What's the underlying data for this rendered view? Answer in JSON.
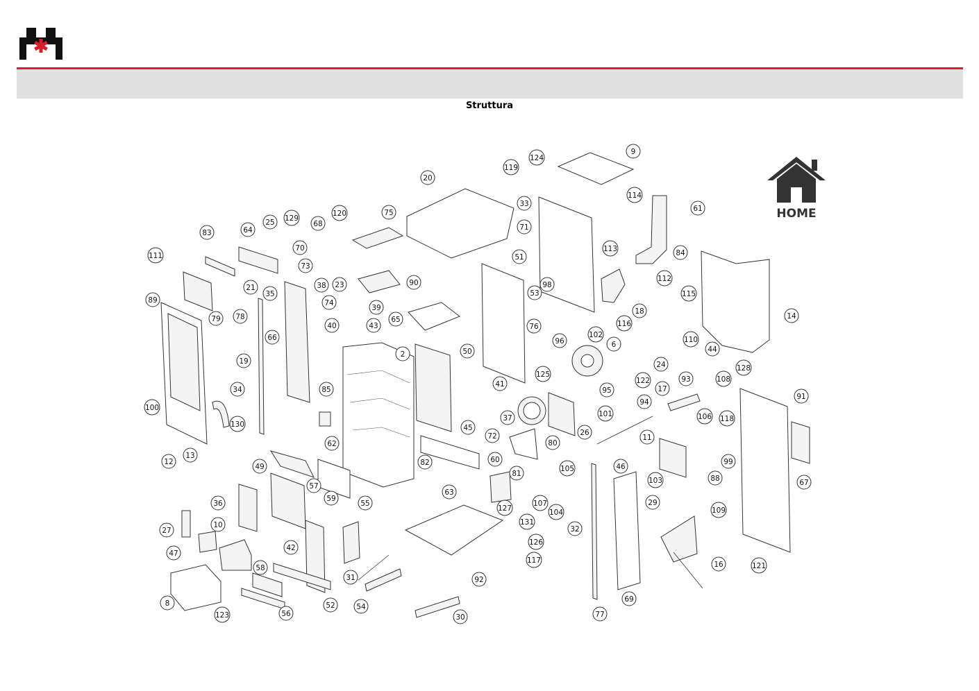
{
  "header": {
    "brand_color": "#d6202a",
    "band_color": "#e0e0e0",
    "logo_icon": "brand-logo-icon"
  },
  "page": {
    "title": "Struttura"
  },
  "home_button": {
    "label": "HOME",
    "icon": "house-icon"
  },
  "diagram": {
    "callouts": [
      "111",
      "89",
      "79",
      "83",
      "64",
      "25",
      "21",
      "129",
      "70",
      "73",
      "68",
      "120",
      "75",
      "20",
      "38",
      "23",
      "74",
      "39",
      "40",
      "43",
      "90",
      "65",
      "35",
      "78",
      "66",
      "19",
      "34",
      "130",
      "100",
      "12",
      "13",
      "85",
      "62",
      "2",
      "50",
      "41",
      "45",
      "51",
      "119",
      "124",
      "33",
      "9",
      "71",
      "53",
      "98",
      "76",
      "125",
      "96",
      "102",
      "113",
      "114",
      "61",
      "84",
      "112",
      "18",
      "115",
      "116",
      "6",
      "110",
      "14",
      "44",
      "128",
      "108",
      "24",
      "93",
      "17",
      "94",
      "106",
      "118",
      "95",
      "26",
      "101",
      "37",
      "80",
      "72",
      "81",
      "60",
      "82",
      "36",
      "49",
      "57",
      "59",
      "55",
      "10",
      "27",
      "47",
      "8",
      "58",
      "56",
      "123",
      "42",
      "52",
      "31",
      "54",
      "63",
      "127",
      "107",
      "131",
      "104",
      "105",
      "126",
      "117",
      "32",
      "92",
      "30",
      "46",
      "11",
      "103",
      "29",
      "109",
      "16",
      "88",
      "99",
      "91",
      "67",
      "121",
      "69",
      "77",
      "122"
    ]
  }
}
